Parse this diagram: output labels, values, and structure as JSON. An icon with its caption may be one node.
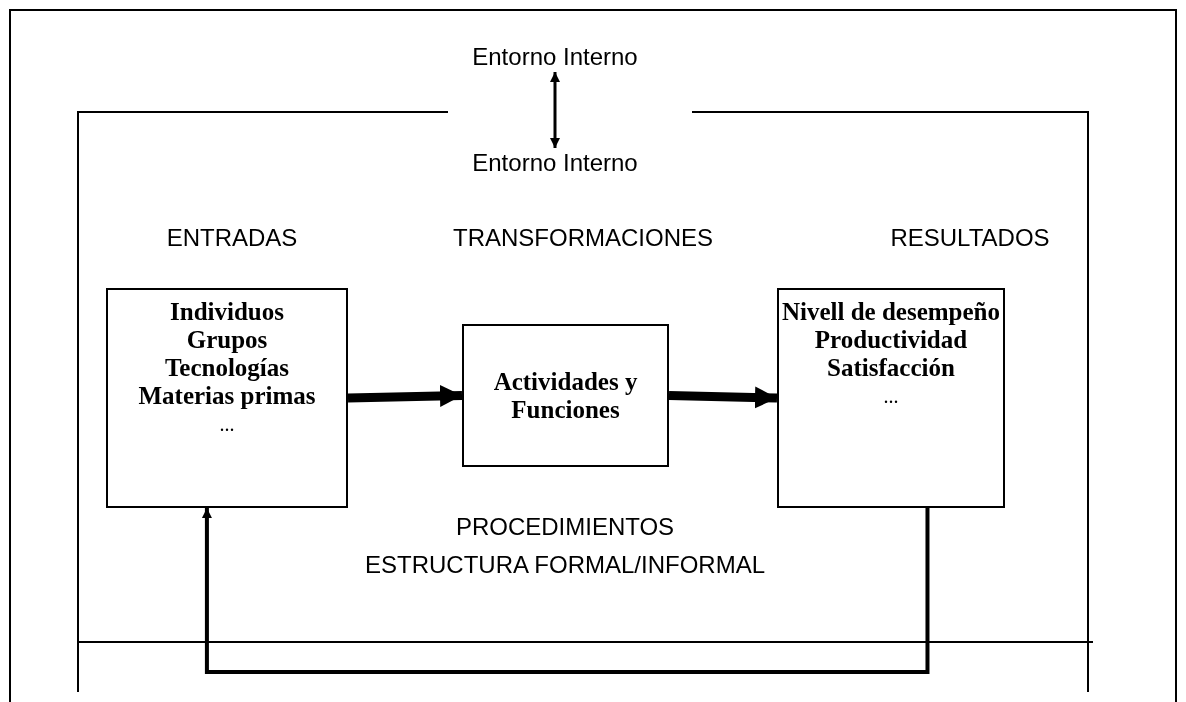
{
  "diagram": {
    "nodes": [
      {
        "text": [
          "Entorno Interno"
        ]
      },
      {
        "text": [
          "Entorno Interno"
        ]
      },
      {
        "text": [
          "Individuos",
          "Grupos",
          "Tecnologías",
          "Materias primas",
          "..."
        ]
      },
      {
        "text": [
          "Actividades y Funciones"
        ]
      },
      {
        "text": [
          "Nivell de desempeño",
          "Productividad",
          "Satisfacción",
          "..."
        ]
      }
    ],
    "edges": [
      {
        "from": 0,
        "to": 1,
        "arrow": "both"
      },
      {
        "from": 2,
        "to": 3,
        "arrow": "to",
        "style": "thick"
      },
      {
        "from": 3,
        "to": 4,
        "arrow": "to",
        "style": "thick"
      },
      {
        "from": 4,
        "to": 2,
        "arrow": "to"
      }
    ],
    "labels": [
      "ENTRADAS",
      "TRANSFORMACIONES",
      "RESULTADOS",
      "PROCEDIMIENTOS",
      "ESTRUCTURA FORMAL/INFORMAL"
    ]
  }
}
